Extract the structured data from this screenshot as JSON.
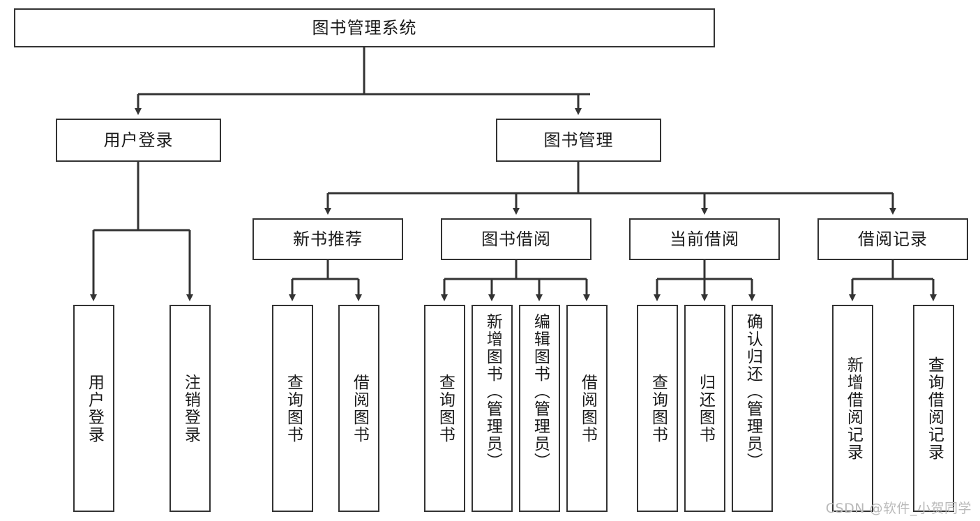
{
  "diagram": {
    "title": "图书管理系统",
    "type": "tree-structure-chart",
    "root": {
      "id": "root",
      "label": "图书管理系统"
    },
    "level2": [
      {
        "id": "user-login",
        "label": "用户登录"
      },
      {
        "id": "book-manage",
        "label": "图书管理"
      }
    ],
    "level3": [
      {
        "id": "new-book-recommend",
        "label": "新书推荐"
      },
      {
        "id": "book-borrow",
        "label": "图书借阅"
      },
      {
        "id": "current-borrow",
        "label": "当前借阅"
      },
      {
        "id": "borrow-record",
        "label": "借阅记录"
      }
    ],
    "leaves": {
      "user-login": [
        {
          "id": "leaf-user-login",
          "label": "用户登录"
        },
        {
          "id": "leaf-logout-login",
          "label": "注销登录"
        }
      ],
      "new-book-recommend": [
        {
          "id": "leaf-query-book-1",
          "label": "查询图书"
        },
        {
          "id": "leaf-borrow-book-1",
          "label": "借阅图书"
        }
      ],
      "book-borrow": [
        {
          "id": "leaf-query-book-2",
          "label": "查询图书"
        },
        {
          "id": "leaf-add-book-admin",
          "label": "新增图书（管理员）"
        },
        {
          "id": "leaf-edit-book-admin",
          "label": "编辑图书（管理员）"
        },
        {
          "id": "leaf-borrow-book-2",
          "label": "借阅图书"
        }
      ],
      "current-borrow": [
        {
          "id": "leaf-query-book-3",
          "label": "查询图书"
        },
        {
          "id": "leaf-return-book",
          "label": "归还图书"
        },
        {
          "id": "leaf-confirm-return-admin",
          "label": "确认归还（管理员）"
        }
      ],
      "borrow-record": [
        {
          "id": "leaf-add-borrow-record",
          "label": "新增借阅记录"
        },
        {
          "id": "leaf-query-borrow-record",
          "label": "查询借阅记录"
        }
      ]
    }
  },
  "watermark": {
    "text": "CSDN @软件_小贺同学"
  },
  "colors": {
    "border": "#333333",
    "text": "#1a1a1a",
    "background": "#ffffff",
    "watermark": "#b9b9b9"
  }
}
